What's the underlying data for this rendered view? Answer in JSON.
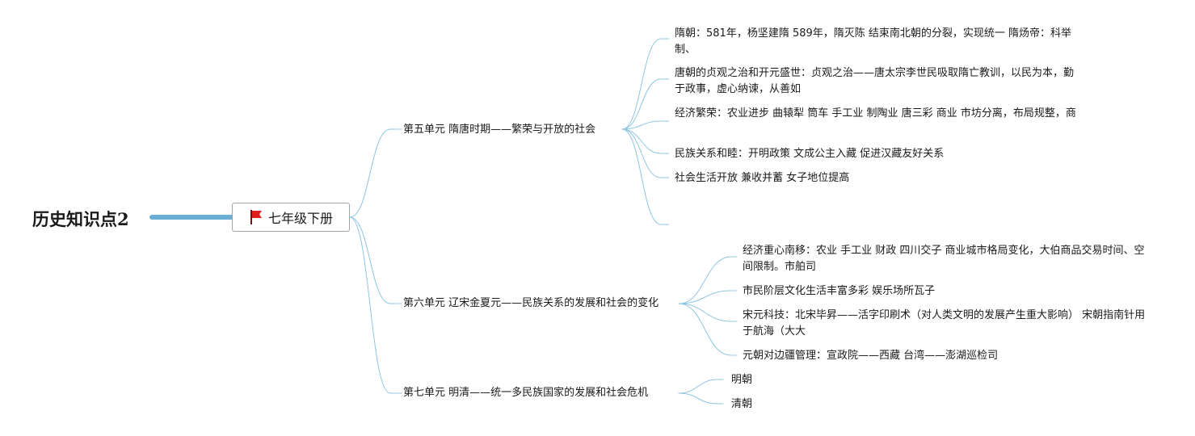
{
  "root": {
    "title": "历史知识点2"
  },
  "main_topic": {
    "label": "七年级下册",
    "icon": "red-flag-icon",
    "icon_color": "#e02020"
  },
  "line_color": "#8fc4e0",
  "root_line_color": "#6aaed6",
  "units": [
    {
      "label": "第五单元 隋唐时期——繁荣与开放的社会",
      "children": [
        "隋朝：581年，杨坚建隋 589年，隋灭陈 结束南北朝的分裂，实现统一 隋炀帝：科举制、",
        "唐朝的贞观之治和开元盛世：贞观之治——唐太宗李世民吸取隋亡教训，以民为本，勤于政事，虚心纳谏，从善如",
        "经济繁荣：农业进步 曲辕犁 筒车 手工业 制陶业 唐三彩 商业 市坊分离，布局规整，商",
        "民族关系和睦：开明政策 文成公主入藏 促进汉藏友好关系",
        "社会生活开放 兼收并蓄 女子地位提高",
        ""
      ]
    },
    {
      "label": "第六单元 辽宋金夏元——民族关系的发展和社会的变化",
      "children": [
        "经济重心南移：农业 手工业 财政 四川交子 商业城市格局变化，大伯商品交易时间、空间限制。市舶司",
        "市民阶层文化生活丰富多彩 娱乐场所瓦子",
        "宋元科技：北宋毕昇——活字印刷术（对人类文明的发展产生重大影响） 宋朝指南针用于航海（大大",
        "元朝对边疆管理：宣政院——西藏 台湾——澎湖巡检司"
      ]
    },
    {
      "label": "第七单元 明清——统一多民族国家的发展和社会危机",
      "children": [
        "明朝",
        "清朝"
      ]
    }
  ]
}
